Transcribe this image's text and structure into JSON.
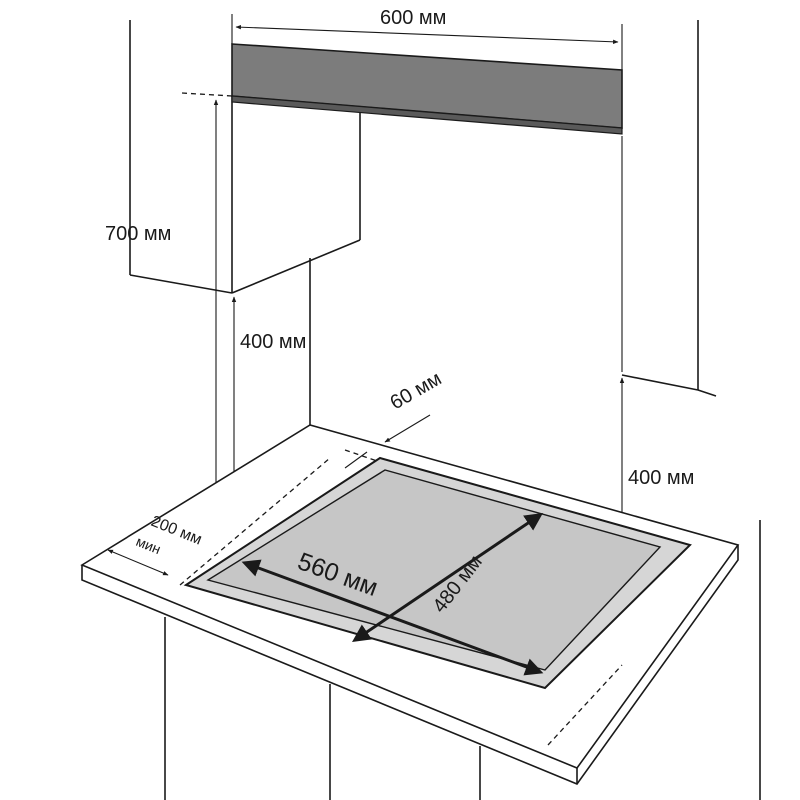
{
  "dimensions": {
    "hood_width": "600 мм",
    "hood_height_above_cabinet": "700 мм",
    "cabinet_clearance": "400 мм",
    "back_gap": "60 мм",
    "side_wall_clearance": "400 мм",
    "side_min_line1": "200 мм",
    "side_min_line2": "мин",
    "cutout_width": "560 мм",
    "cutout_depth": "480 мм"
  },
  "colors": {
    "line": "#1a1a1a",
    "hood_fill": "#7c7c7c",
    "hob_fill": "#d6d6d6"
  }
}
